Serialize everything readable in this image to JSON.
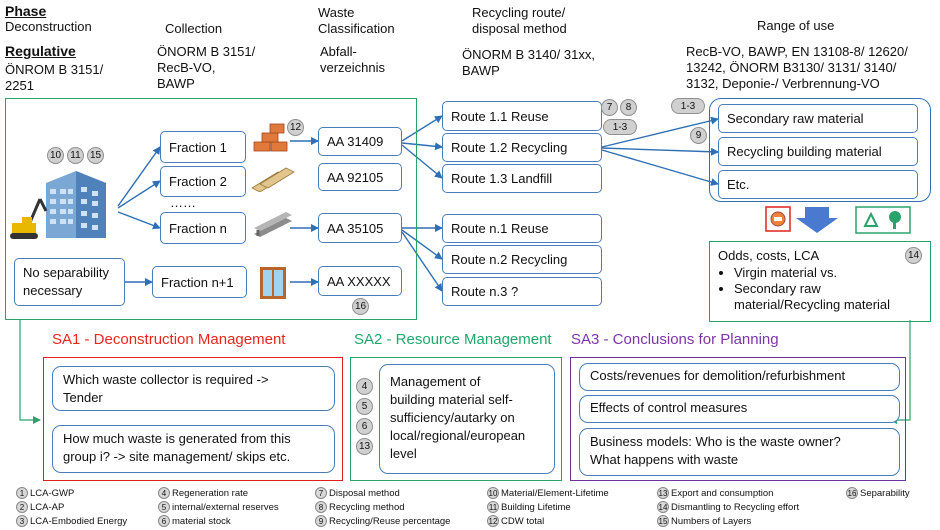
{
  "header": {
    "phase": "Phase",
    "regulative": "Regulative",
    "columns": {
      "deconstruction": "Deconstruction",
      "collection": "Collection",
      "waste_classification": "Waste\nClassification",
      "recycling_route": "Recycling route/\ndisposal method",
      "range_of_use": "Range of use"
    },
    "regs": {
      "deconstruction": "ÖNROM B 3151/\n2251",
      "collection": "ÖNORM B 3151/\nRecB-VO,\nBAWP",
      "waste_classification": "Abfall-\nverzeichnis",
      "recycling_route": "ÖNORM B 3140/ 31xx,\nBAWP",
      "range_of_use": "RecB-VO, BAWP, EN 13108-8/ 12620/\n13242, ÖNORM B3130/ 3131/ 3140/\n3132, Deponie-/ Verbrennung-VO"
    }
  },
  "flow": {
    "no_separability": "No separability\nnecessary",
    "fractions": [
      "Fraction 1",
      "Fraction 2",
      "……",
      "Fraction n",
      "Fraction n+1"
    ],
    "codes": [
      "AA 31409",
      "AA 92105",
      "AA 35105",
      "AA XXXXX"
    ],
    "routes": [
      "Route 1.1 Reuse",
      "Route 1.2 Recycling",
      "Route 1.3 Landfill",
      "Route n.1 Reuse",
      "Route n.2 Recycling",
      "Route n.3 ?"
    ],
    "uses": [
      "Secondary raw material",
      "Recycling building material",
      "Etc."
    ],
    "odds": {
      "title": "Odds, costs, LCA",
      "items": [
        "Virgin material vs.",
        "Secondary raw\nmaterial/Recycling material"
      ]
    },
    "badges": {
      "building": [
        "10",
        "11",
        "15"
      ],
      "bricks": "12",
      "reuse_a": "7",
      "reuse_b": "8",
      "recycling": "1-3",
      "uses_top": "1-3",
      "uses_side": "9",
      "code_x": "16",
      "odds": "14"
    }
  },
  "sections": {
    "sa1": {
      "title": "SA1 - Deconstruction Management",
      "items": [
        "Which waste collector is required ->\nTender",
        "How much waste is generated from this\ngroup i? -> site management/ skips etc."
      ]
    },
    "sa2": {
      "title": "SA2 - Resource Management",
      "badges": [
        "4",
        "5",
        "6",
        "13"
      ],
      "text": "Management of\nbuilding material self-\nsufficiency/autarky on\nlocal/regional/european\nlevel"
    },
    "sa3": {
      "title": "SA3 - Conclusions for Planning",
      "items": [
        "Costs/revenues for demolition/refurbishment",
        "Effects of control measures",
        "Business models: Who is the waste owner?\nWhat happens with waste"
      ]
    }
  },
  "legend": [
    {
      "n": "1",
      "label": "LCA-GWP"
    },
    {
      "n": "2",
      "label": "LCA-AP"
    },
    {
      "n": "3",
      "label": "LCA-Embodied Energy"
    },
    {
      "n": "4",
      "label": "Regeneration rate"
    },
    {
      "n": "5",
      "label": "internal/external reserves"
    },
    {
      "n": "6",
      "label": "material stock"
    },
    {
      "n": "7",
      "label": "Disposal method"
    },
    {
      "n": "8",
      "label": "Recycling method"
    },
    {
      "n": "9",
      "label": "Recycling/Reuse percentage"
    },
    {
      "n": "10",
      "label": "Material/Element-Lifetime"
    },
    {
      "n": "11",
      "label": "Building Lifetime"
    },
    {
      "n": "12",
      "label": "CDW total"
    },
    {
      "n": "13",
      "label": "Export and consumption"
    },
    {
      "n": "14",
      "label": "Dismantling to Recycling effort"
    },
    {
      "n": "15",
      "label": "Numbers of Layers"
    },
    {
      "n": "16",
      "label": "Separability"
    }
  ],
  "colors": {
    "box_border": "#4a7ebb",
    "arrow": "#2e6fb5",
    "green": "#2aa36b",
    "red": "#e02020",
    "purple": "#7030a0",
    "sa1_text": "#e8261e",
    "sa2_text": "#1ea86b",
    "sa3_text": "#7a35a8"
  }
}
